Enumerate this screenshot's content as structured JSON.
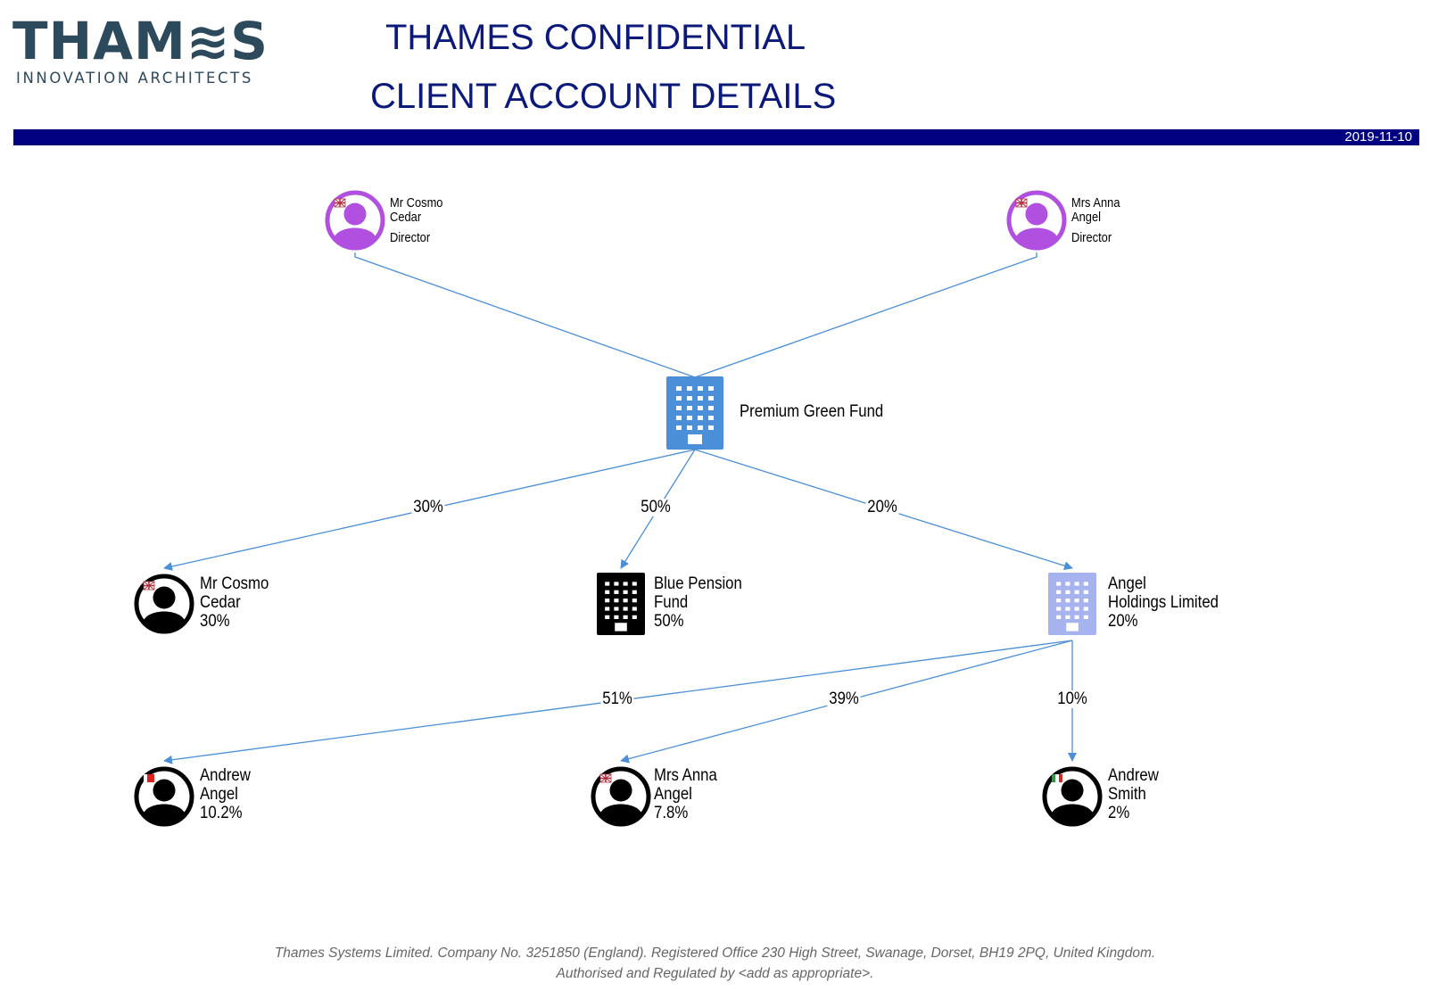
{
  "header": {
    "logo_word": "THAM≋S",
    "logo_sub": "INNOVATION ARCHITECTS",
    "title_line1": "THAMES CONFIDENTIAL",
    "title_line2": "CLIENT ACCOUNT DETAILS",
    "date": "2019-11-10"
  },
  "colors": {
    "title": "#0b1a7a",
    "band": "#000080",
    "director": "#b14fe0",
    "fund": "#4a8fd8",
    "holding": "#a7b3ef",
    "edge": "#4a8fd8"
  },
  "directors": [
    {
      "name_line1": "Mr Cosmo",
      "name_line2": "Cedar",
      "role": "Director",
      "flag": "uk-flag-icon"
    },
    {
      "name_line1": "Mrs Anna",
      "name_line2": "Angel",
      "role": "Director",
      "flag": "uk-flag-icon"
    }
  ],
  "fund": {
    "name": "Premium Green Fund",
    "icon": "building-icon"
  },
  "owners": [
    {
      "line1": "Mr Cosmo",
      "line2": "Cedar",
      "line3": "30%",
      "icon": "person-icon",
      "flag": "uk-flag-icon",
      "edge_label": "30%"
    },
    {
      "line1": "Blue Pension",
      "line2": "Fund",
      "line3": "50%",
      "icon": "building-icon",
      "edge_label": "50%"
    },
    {
      "line1": "Angel",
      "line2": "Holdings Limited",
      "line3": "20%",
      "icon": "building-icon",
      "edge_label": "20%"
    }
  ],
  "sub_owners": [
    {
      "line1": "Andrew",
      "line2": "Angel",
      "line3": "10.2%",
      "icon": "person-icon",
      "flag": "red-flag-icon",
      "edge_label": "51%"
    },
    {
      "line1": "Mrs Anna",
      "line2": "Angel",
      "line3": "7.8%",
      "icon": "person-icon",
      "flag": "uk-flag-icon",
      "edge_label": "39%"
    },
    {
      "line1": "Andrew",
      "line2": "Smith",
      "line3": "2%",
      "icon": "person-icon",
      "flag": "italy-flag-icon",
      "edge_label": "10%"
    }
  ],
  "footer": {
    "line1": "Thames Systems Limited.   Company No. 3251850 (England).  Registered Office 230 High Street, Swanage, Dorset, BH19 2PQ, United Kingdom.",
    "line2": "Authorised and Regulated by <add as appropriate>."
  }
}
